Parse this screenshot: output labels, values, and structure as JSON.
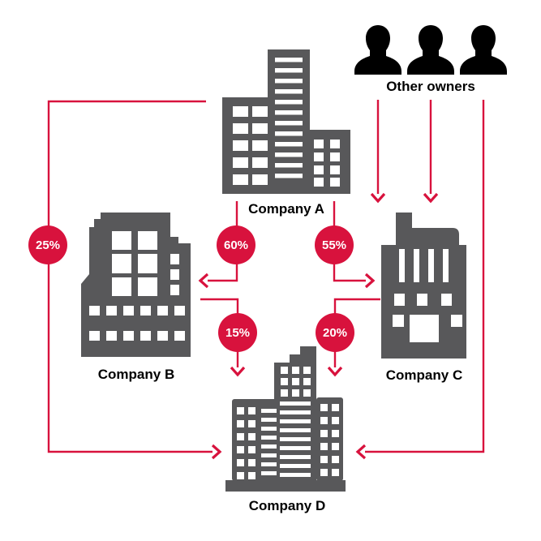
{
  "diagram": {
    "type": "ownership-structure",
    "colors": {
      "accent_red": "#d8123d",
      "building_gray": "#58585a",
      "person_black": "#000000"
    },
    "companies": {
      "a": {
        "label": "Company A"
      },
      "b": {
        "label": "Company B"
      },
      "c": {
        "label": "Company C"
      },
      "d": {
        "label": "Company D"
      }
    },
    "other_owners": {
      "label": "Other owners",
      "person_count": 3
    },
    "ownerships": [
      {
        "from": "Company A",
        "to": "Company D",
        "percent": "25%"
      },
      {
        "from": "Company A",
        "to": "Company B",
        "percent": "60%"
      },
      {
        "from": "Company A",
        "to": "Company C",
        "percent": "55%"
      },
      {
        "from": "Company B",
        "to": "Company D",
        "percent": "15%"
      },
      {
        "from": "Company C",
        "to": "Company D",
        "percent": "20%"
      },
      {
        "from": "Other owners",
        "to": "Company C"
      },
      {
        "from": "Other owners",
        "to": "Company C"
      },
      {
        "from": "Other owners",
        "to": "Company D"
      }
    ]
  }
}
